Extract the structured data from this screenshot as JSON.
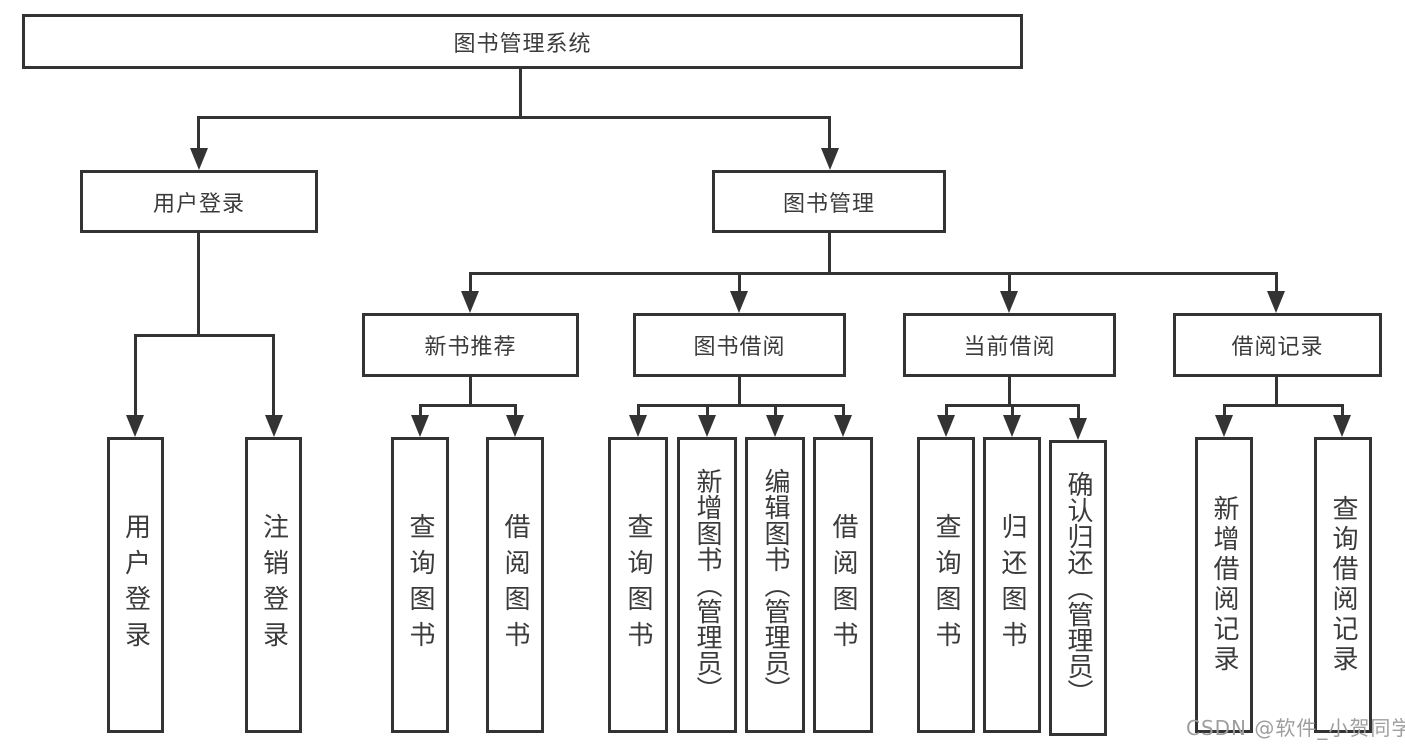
{
  "title": {
    "label": "图书管理系统"
  },
  "level2": {
    "user_login": "用户登录",
    "book_mgmt": "图书管理"
  },
  "level3": {
    "new_books": "新书推荐",
    "book_borrow": "图书借阅",
    "current_borrow": "当前借阅",
    "borrow_records": "借阅记录"
  },
  "leaves": {
    "user_login": [
      "用户登录",
      "注销登录"
    ],
    "new_books": [
      "查询图书",
      "借阅图书"
    ],
    "book_borrow": [
      "查询图书",
      "新增图书（管理员）",
      "编辑图书（管理员）",
      "借阅图书"
    ],
    "current_borrow": [
      "查询图书",
      "归还图书",
      "确认归还（管理员）"
    ],
    "borrow_records": [
      "新增借阅记录",
      "查询借阅记录"
    ]
  },
  "watermark": "CSDN @软件_小贺同学",
  "colors": {
    "line": "#333333",
    "text": "#3b3b3b",
    "watermark": "#9e9e9e",
    "background": "#ffffff"
  }
}
